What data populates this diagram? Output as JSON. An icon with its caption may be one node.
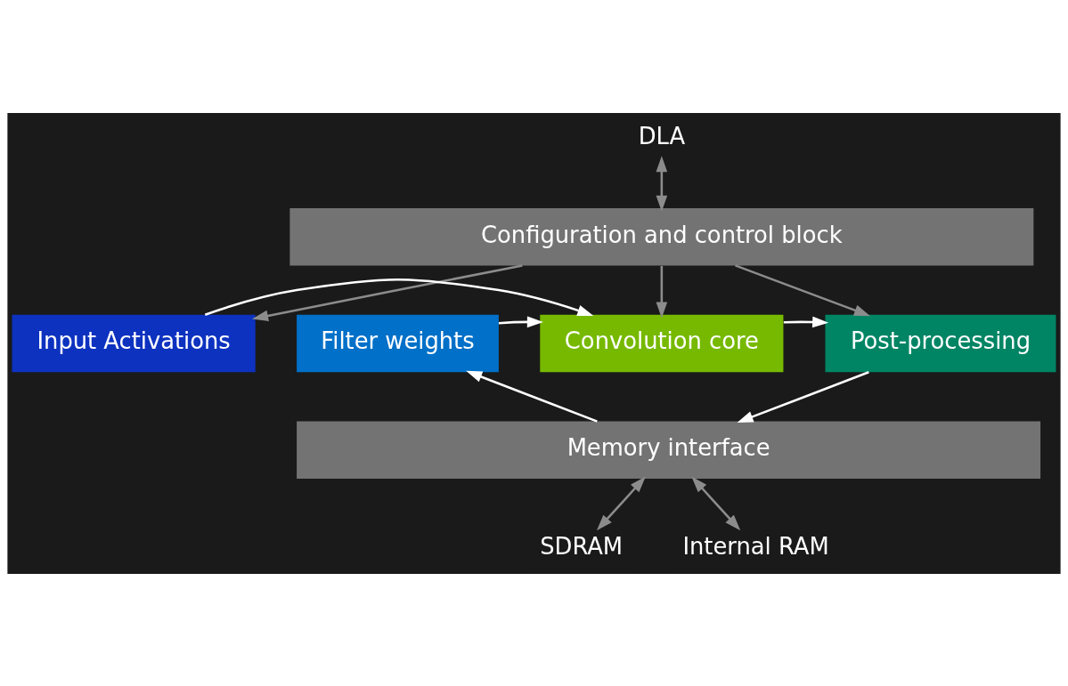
{
  "diagram": {
    "nodes": [
      {
        "text": [
          "DLA"
        ]
      },
      {
        "text": [
          "Configuration and control block"
        ]
      },
      {
        "text": [
          "Input Activations"
        ]
      },
      {
        "text": [
          "Filter weights"
        ]
      },
      {
        "text": [
          "Convolution core"
        ]
      },
      {
        "text": [
          "Post-processing"
        ]
      },
      {
        "text": [
          "Memory interface"
        ]
      },
      {
        "text": [
          "SDRAM"
        ]
      },
      {
        "text": [
          "Internal RAM"
        ]
      }
    ],
    "edges": [
      {
        "from": 0,
        "to": 1,
        "arrow": "both"
      },
      {
        "from": 1,
        "to": 2,
        "arrow": "to"
      },
      {
        "from": 1,
        "to": 4,
        "arrow": "to"
      },
      {
        "from": 1,
        "to": 5,
        "arrow": "to"
      },
      {
        "from": 2,
        "to": 4,
        "arrow": "to",
        "color": "#ffffff"
      },
      {
        "from": 3,
        "to": 4,
        "arrow": "to",
        "color": "#ffffff"
      },
      {
        "from": 4,
        "to": 5,
        "arrow": "to",
        "color": "#ffffff"
      },
      {
        "from": 6,
        "to": 3,
        "arrow": "to",
        "color": "#ffffff"
      },
      {
        "from": 5,
        "to": 6,
        "arrow": "to",
        "color": "#ffffff"
      },
      {
        "from": 6,
        "to": 7,
        "arrow": "both"
      },
      {
        "from": 6,
        "to": 8,
        "arrow": "both"
      }
    ]
  }
}
